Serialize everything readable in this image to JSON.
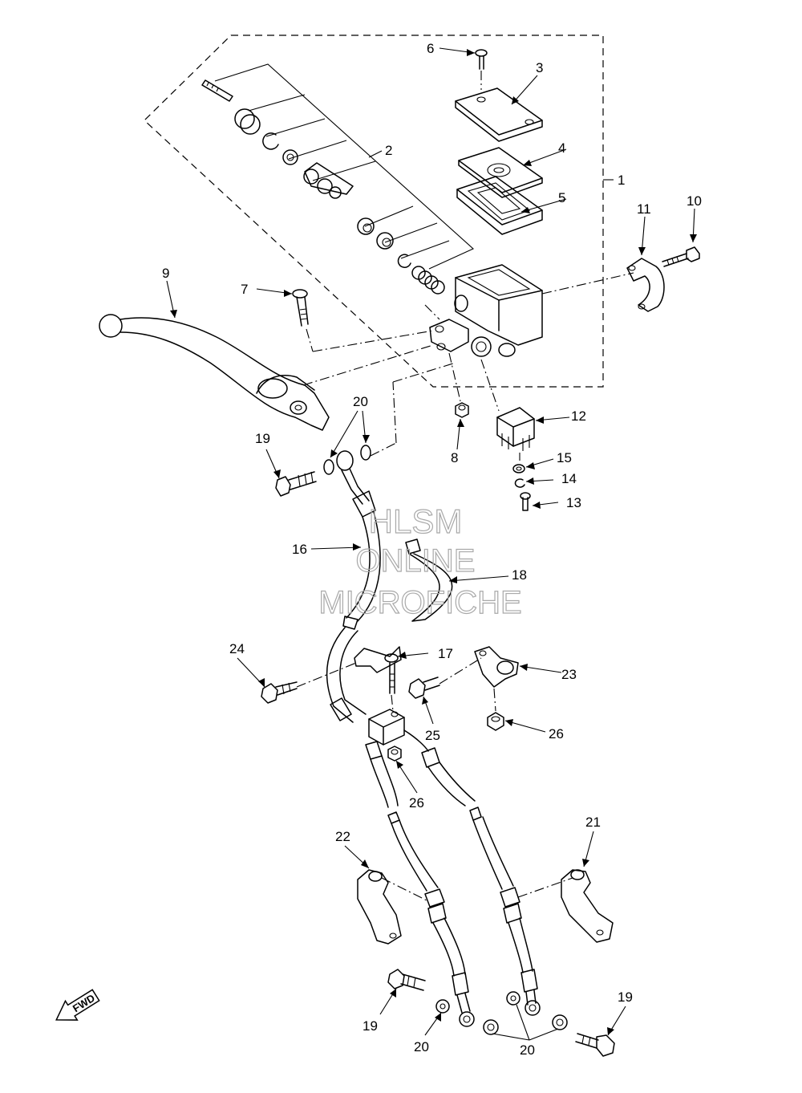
{
  "watermark": {
    "line1": "HLSM",
    "line2": "ONLINE",
    "line3": "MICROFICHE"
  },
  "fwd_label": "FWD",
  "callouts": {
    "c1": "1",
    "c2": "2",
    "c3": "3",
    "c4": "4",
    "c5": "5",
    "c6": "6",
    "c7": "7",
    "c8": "8",
    "c9": "9",
    "c10": "10",
    "c11": "11",
    "c12": "12",
    "c13": "13",
    "c14": "14",
    "c15": "15",
    "c16": "16",
    "c17": "17",
    "c18": "18",
    "c19a": "19",
    "c19b": "19",
    "c19c": "19",
    "c20a": "20",
    "c20b": "20",
    "c20c": "20",
    "c21": "21",
    "c22": "22",
    "c23": "23",
    "c24": "24",
    "c25": "25",
    "c26a": "26",
    "c26b": "26"
  },
  "icons": [
    "fwd-arrow-icon"
  ]
}
